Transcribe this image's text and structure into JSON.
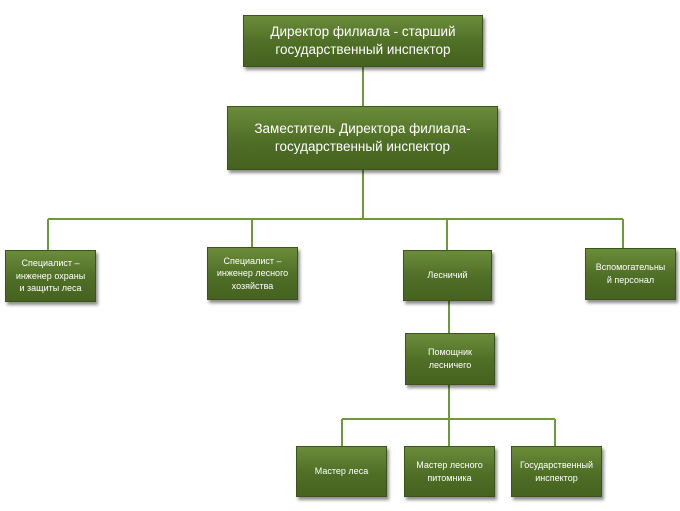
{
  "org_chart": {
    "director": "Директор филиала - старший\nгосударственный инспектор",
    "deputy": "Заместитель Директора филиала-\nгосударственный инспектор",
    "level3": {
      "security_engineer": "Специалист –\nинженер охраны\nи защиты леса",
      "forestry_engineer": "Специалист –\nинженер лесного\nхозяйства",
      "forester": "Лесничий",
      "support_staff": "Вспомогательны\nй персонал"
    },
    "assistant_forester": "Помощник\nлесничего",
    "level5": {
      "forest_master": "Мастер леса",
      "nursery_master": "Мастер лесного\nпитомника",
      "state_inspector": "Государственный\nинспектор"
    },
    "colors": {
      "box_fill": "#55742a",
      "box_border": "#3b541a",
      "connector": "#6e9a3c",
      "text": "#ffffff"
    }
  }
}
